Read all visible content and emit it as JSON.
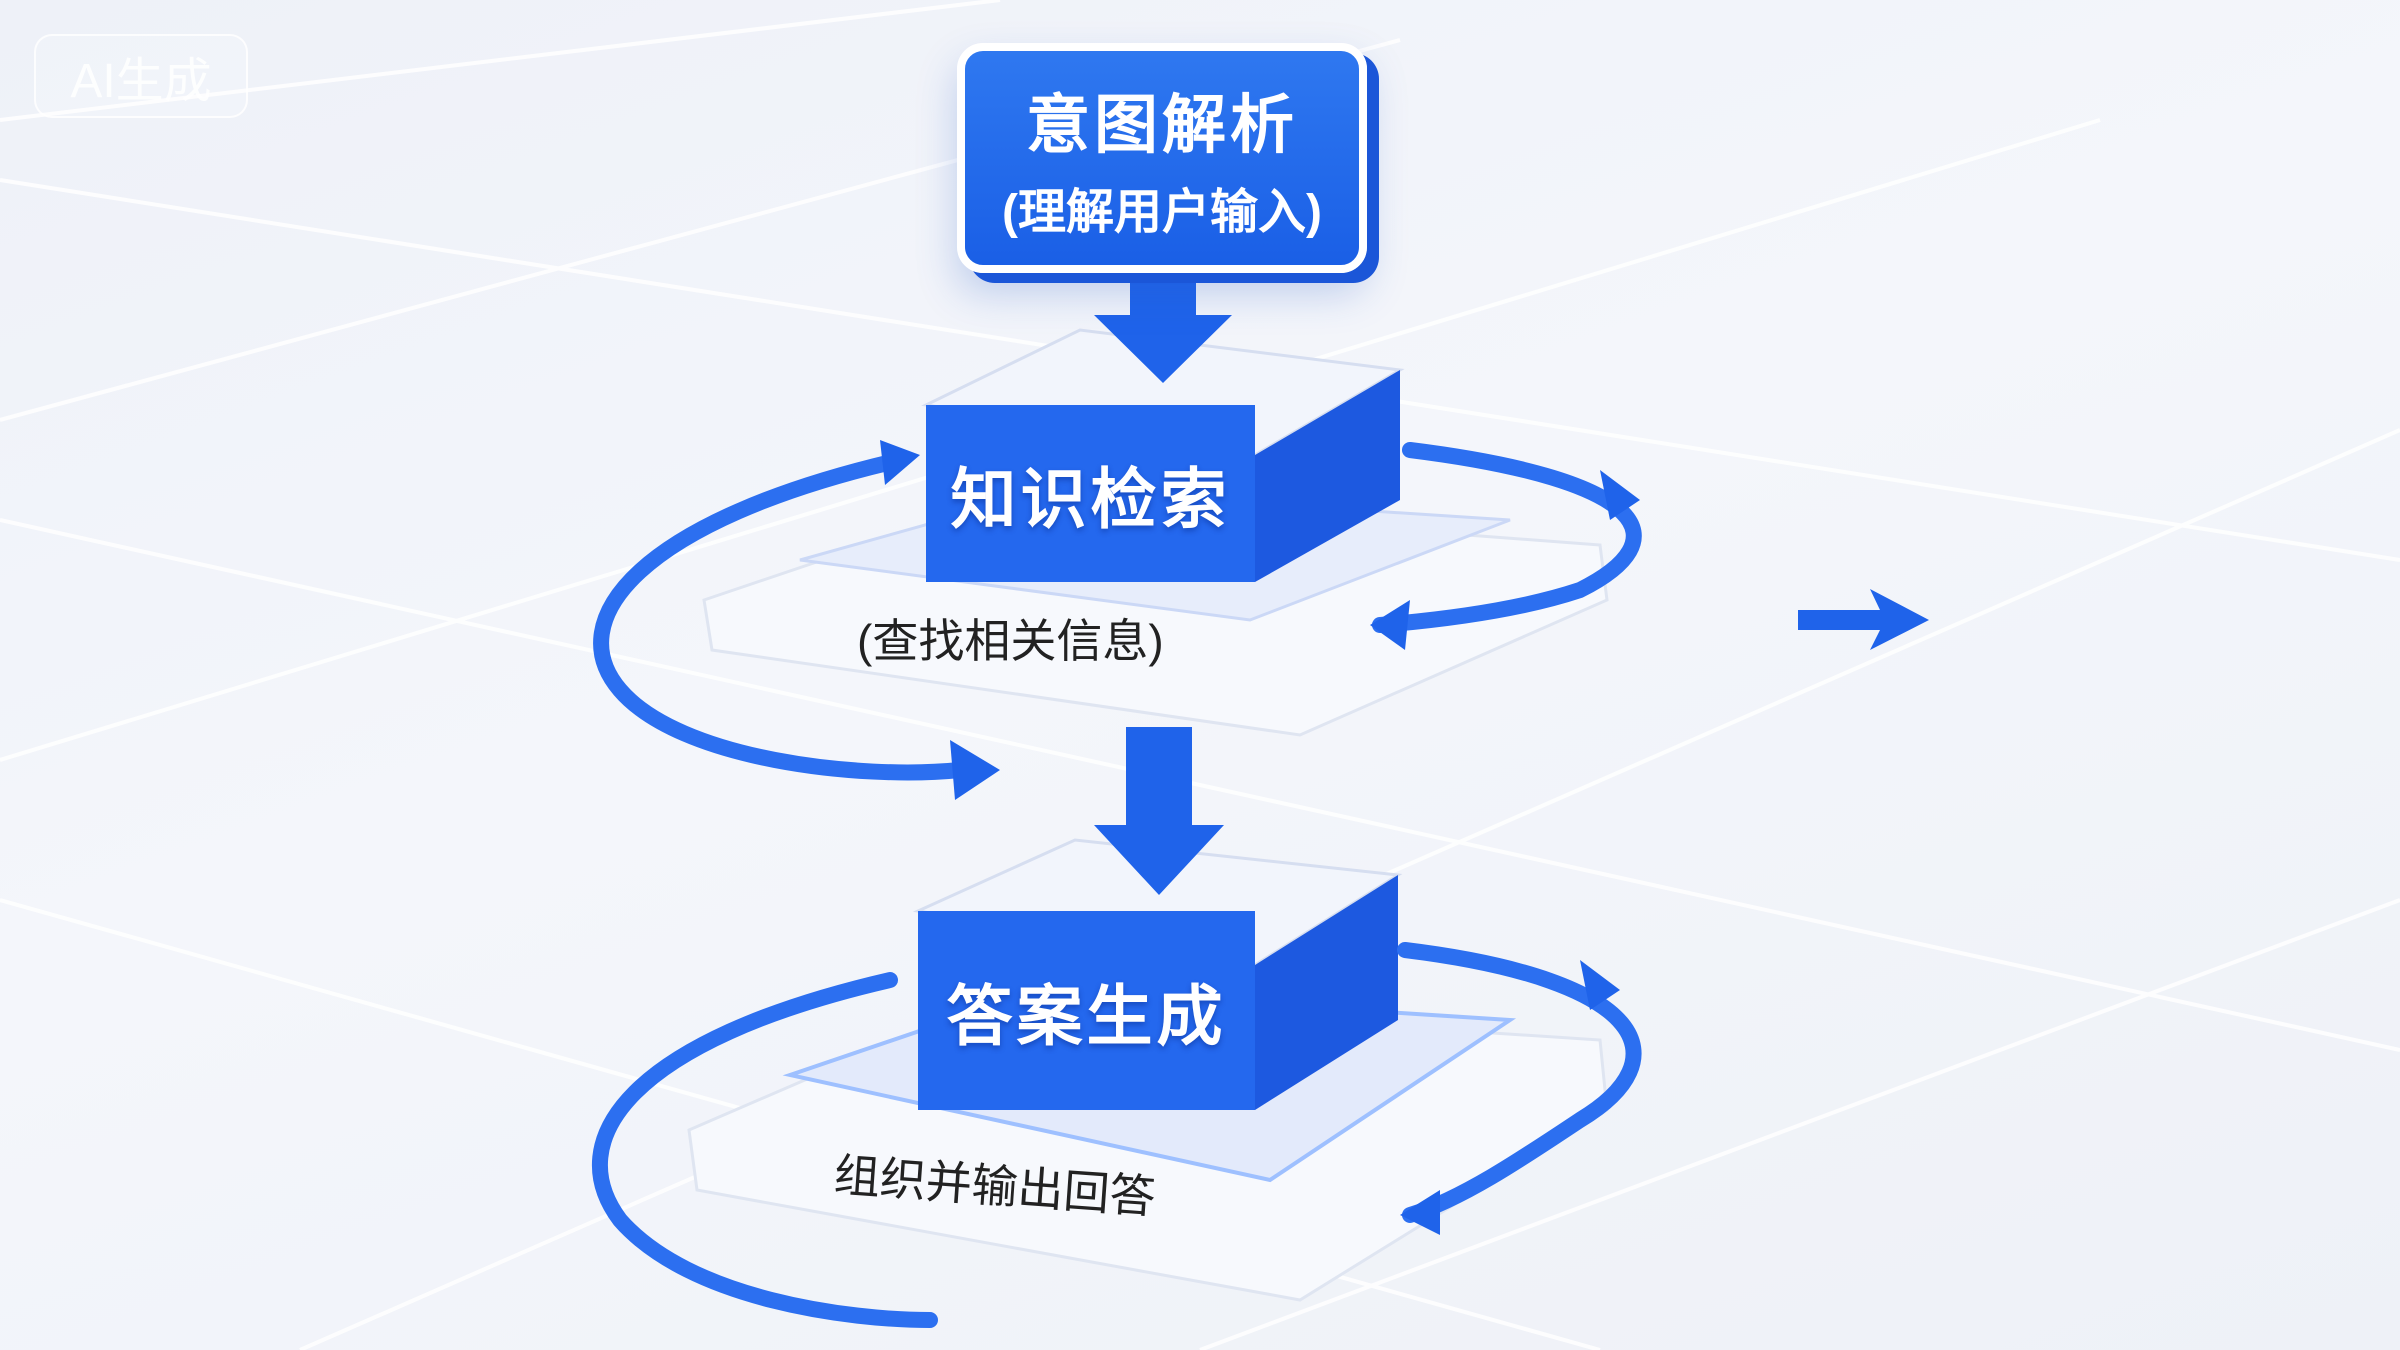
{
  "watermark": "AI生成",
  "steps": [
    {
      "title": "意图解析",
      "subtitle": "(理解用户输入)"
    },
    {
      "title": "知识检索",
      "subtitle": "(查找相关信息)"
    },
    {
      "title": "答案生成",
      "subtitle": "组织并输出回答"
    }
  ],
  "colors": {
    "primary": "#1f63ea",
    "dark": "#1549c8",
    "background": "#eff2f8"
  }
}
